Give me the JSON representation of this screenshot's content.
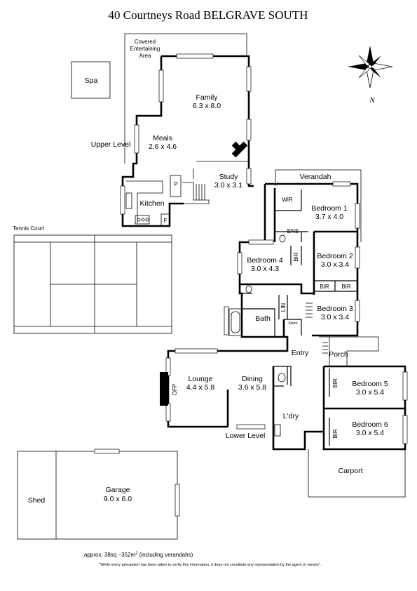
{
  "title": "40 Courtneys Road BELGRAVE SOUTH",
  "north_label": "N",
  "rooms": {
    "spa": "Spa",
    "covered_line1": "Covered",
    "covered_line2": "Entertaining",
    "covered_line3": "Area",
    "family": "Family",
    "family_dim": "6.3 x 8.0",
    "meals": "Meals",
    "meals_dim": "2.6 x 4.6",
    "upper_level": "Upper Level",
    "study": "Study",
    "study_dim": "3.0 x 3.1",
    "kitchen": "Kitchen",
    "pantry": "P",
    "fridge": "F",
    "verandah": "Verandah",
    "wir": "WIR",
    "bedroom1": "Bedroom 1",
    "bedroom1_dim": "3.7 x 4.0",
    "ens": "ENS",
    "bedroom2": "Bedroom 2",
    "bedroom2_dim": "3.0 x 3.4",
    "bedroom4": "Bedroom 4",
    "bedroom4_dim": "3.0 x 4.3",
    "bir": "BIR",
    "bedroom3": "Bedroom 3",
    "bedroom3_dim": "3.0 x 3.4",
    "lin": "LIN",
    "bath": "Bath",
    "store": "Store",
    "tennis": "Tennis Court",
    "entry": "Entry",
    "porch": "Porch",
    "lounge": "Lounge",
    "lounge_dim": "4.4 x 5.8",
    "ofp": "OFP",
    "dining": "Dining",
    "dining_dim": "3.6 x 5.8",
    "ldry": "L'dry",
    "bedroom5": "Bedroom 5",
    "bedroom5_dim": "3.0 x 5.4",
    "bedroom6": "Bedroom 6",
    "bedroom6_dim": "3.0 x 5.4",
    "lower_level": "Lower Level",
    "carport": "Carport",
    "shed": "Shed",
    "garage": "Garage",
    "garage_dim": "9.0 x 6.0"
  },
  "footer": {
    "area_prefix": "approx. 38sq ~352m",
    "area_sup": "2",
    "area_suffix": " (including verandahs)",
    "disclaimer": "\"While every precaution has been taken to verify this information, it does not constitute any representation by the agent or vendor\"."
  }
}
